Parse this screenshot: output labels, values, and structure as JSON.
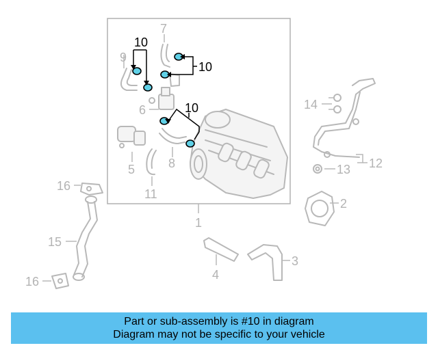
{
  "diagram": {
    "labels": {
      "p1": "1",
      "p2": "2",
      "p3": "3",
      "p4": "4",
      "p5": "5",
      "p6": "6",
      "p7": "7",
      "p8": "8",
      "p9": "9",
      "p10a": "10",
      "p10b": "10",
      "p10c": "10",
      "p11": "11",
      "p12": "12",
      "p13": "13",
      "p14": "14",
      "p15": "15",
      "p16a": "16",
      "p16b": "16"
    },
    "highlight_color": "#5fd0e6"
  },
  "banner": {
    "line1": "Part or sub-assembly is #10 in diagram",
    "line2": "Diagram may not be specific to your vehicle",
    "background": "#5bc0ef"
  }
}
